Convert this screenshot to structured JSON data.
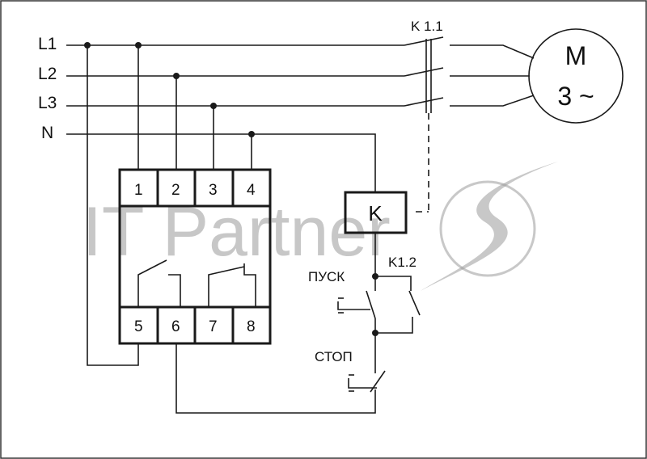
{
  "lines": {
    "l1": "L1",
    "l2": "L2",
    "l3": "L3",
    "n": "N"
  },
  "contactor_main": "K 1.1",
  "motor": {
    "name": "M",
    "phase": "3 ~"
  },
  "relay": {
    "top_terminals": [
      "1",
      "2",
      "3",
      "4"
    ],
    "bottom_terminals": [
      "5",
      "6",
      "7",
      "8"
    ]
  },
  "coil": "K",
  "aux_contact": "K1.2",
  "buttons": {
    "start": "ПУСК",
    "stop": "СТОП"
  },
  "watermark": {
    "text": "IT Partner",
    "color": "#9a9a9a"
  }
}
